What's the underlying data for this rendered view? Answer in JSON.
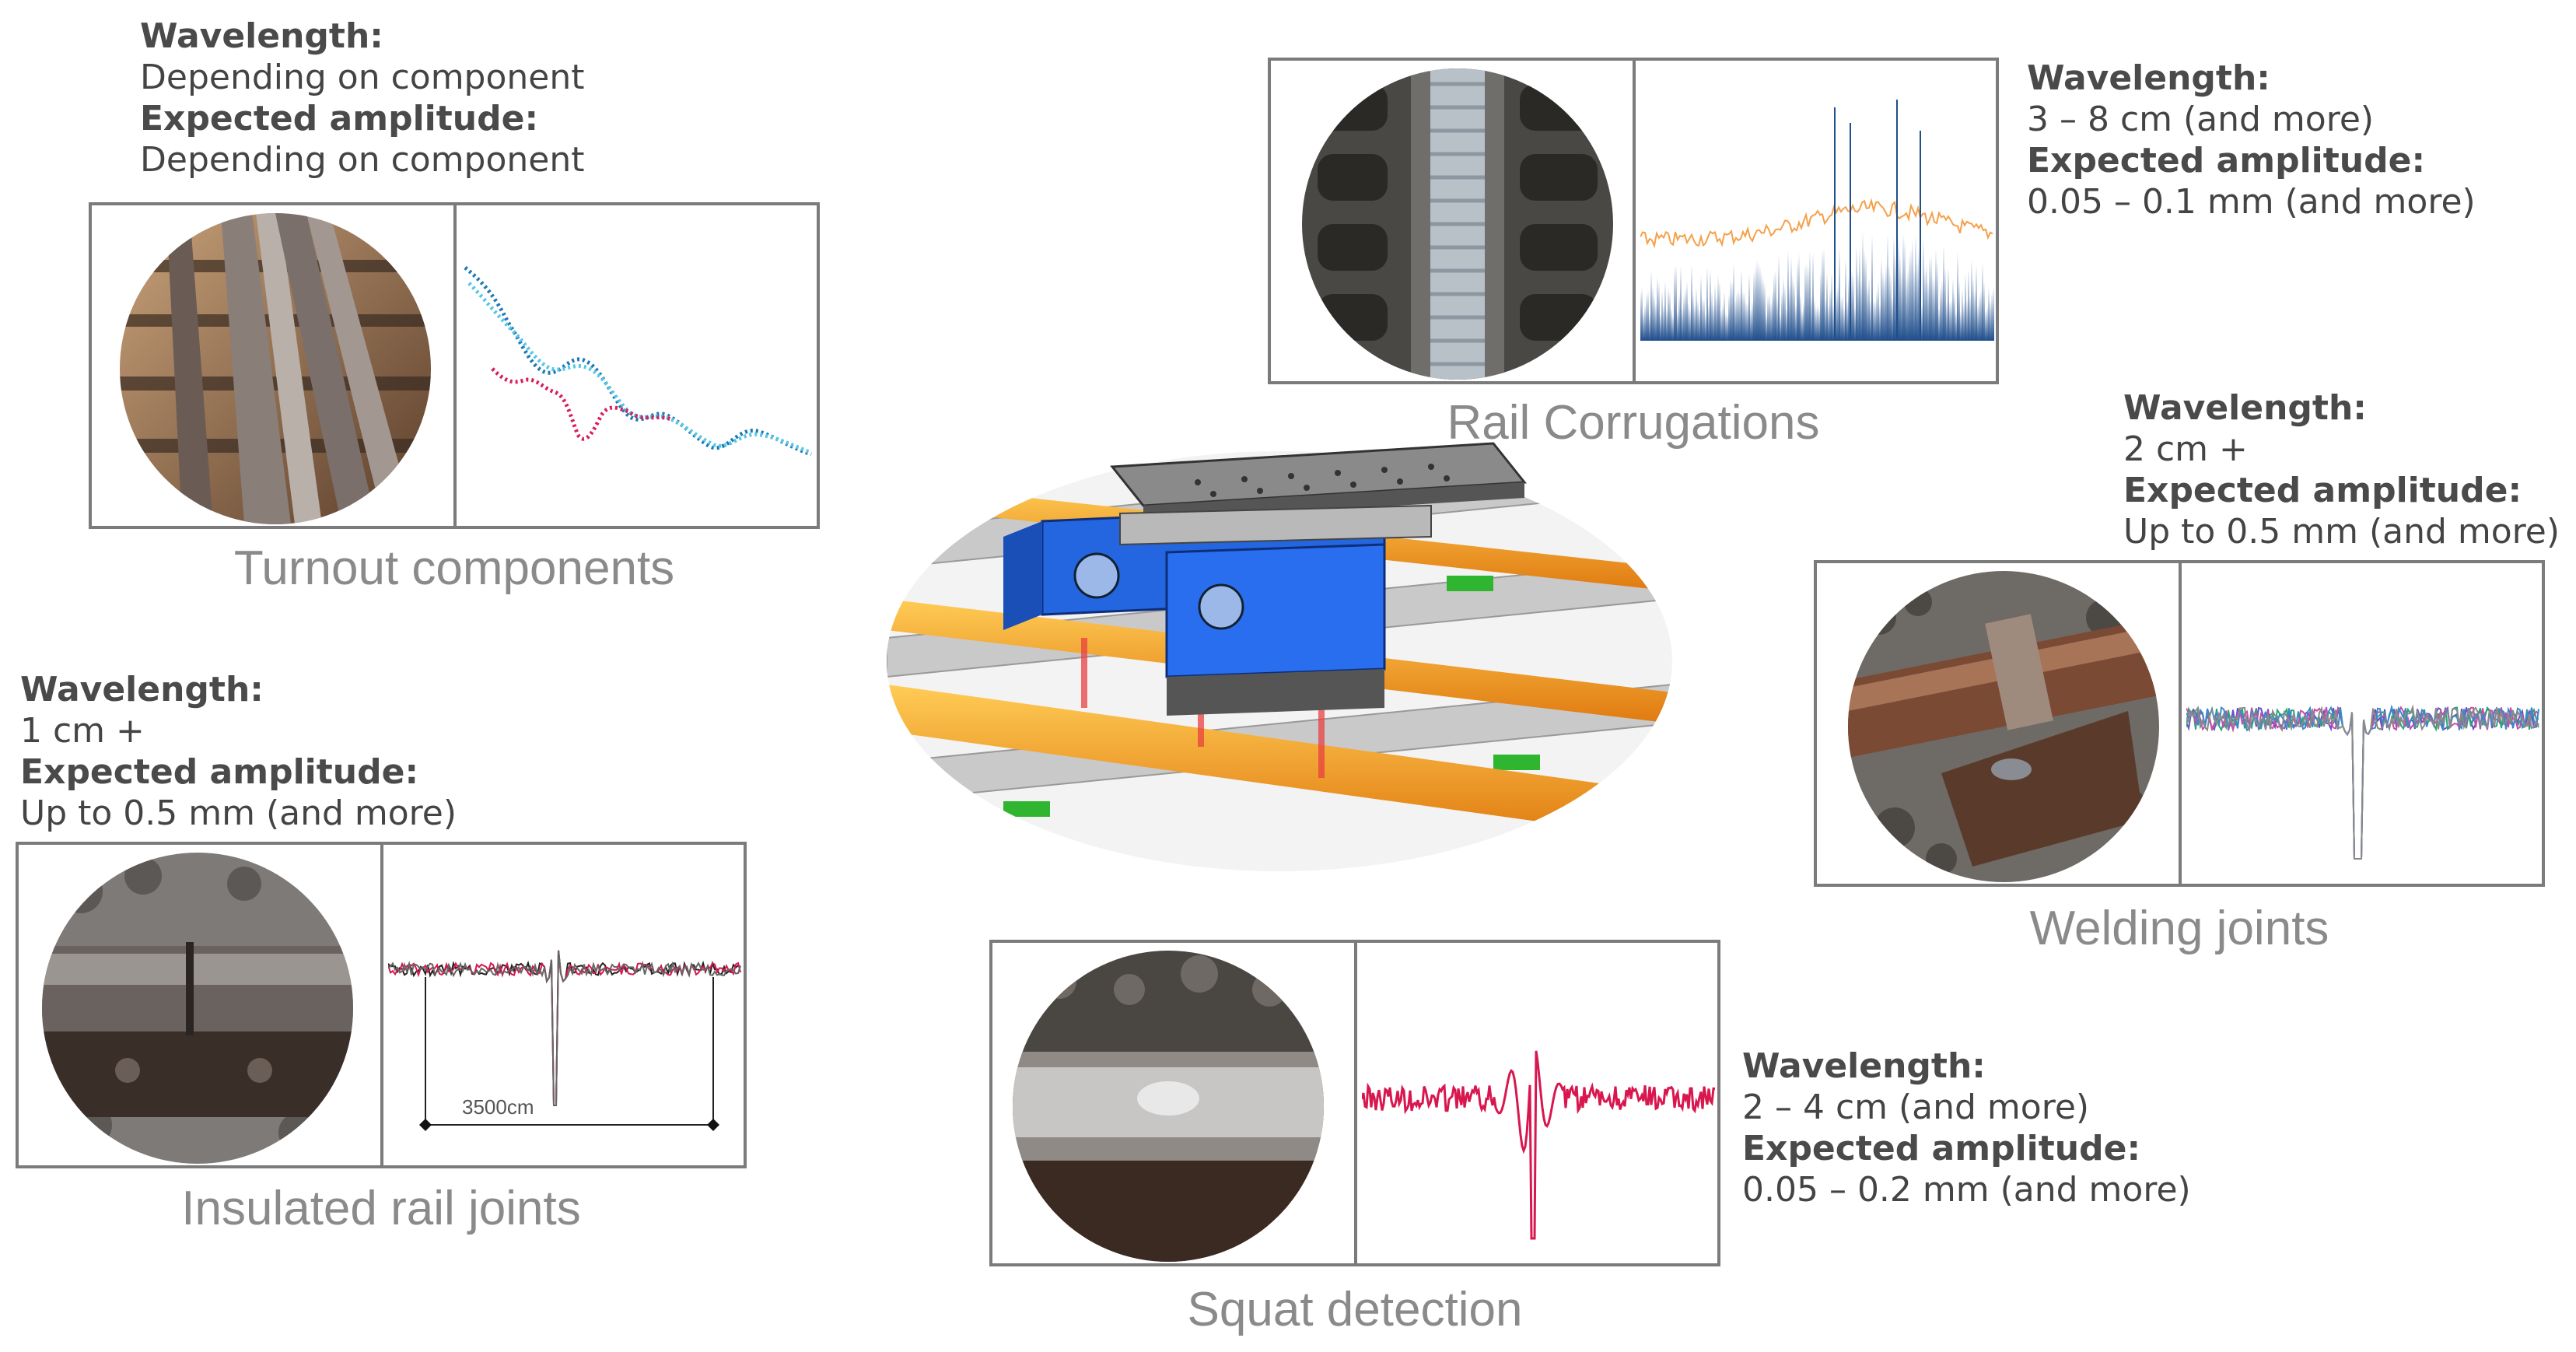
{
  "labels": {
    "wavelength": "Wavelength:",
    "amplitude": "Expected amplitude:"
  },
  "blocks": {
    "turnout": {
      "caption": "Turnout components",
      "wavelength": "Depending on component",
      "amplitude": "Depending on component"
    },
    "corrugation": {
      "caption": "Rail Corrugations",
      "wavelength": "3 – 8 cm (and more)",
      "amplitude": "0.05 – 0.1 mm (and more)"
    },
    "welding": {
      "caption": "Welding joints",
      "wavelength": "2 cm +",
      "amplitude": "Up to 0.5 mm (and more)"
    },
    "insulated": {
      "caption": "Insulated rail joints",
      "wavelength": "1 cm +",
      "amplitude": "Up to 0.5 mm (and more)",
      "dimension_label": "3500cm"
    },
    "squat": {
      "caption": "Squat detection",
      "wavelength": "2 – 4 cm (and more)",
      "amplitude": "0.05 – 0.2 mm (and more)"
    }
  },
  "colors": {
    "frame": "#7b7b7b",
    "caption": "#8a8a8a",
    "text": "#444444",
    "corrugation_fill": "#1f4e8c",
    "corrugation_line": "#f5a04a",
    "squat_signal": "#d8174f",
    "turnout_series_a": "#1a7fc0",
    "turnout_series_b": "#d81e5b",
    "machine_body": "#1f5fd8",
    "rail": "#f0a020"
  }
}
